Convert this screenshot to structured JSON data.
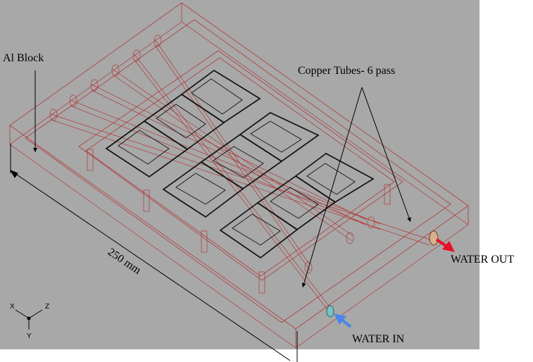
{
  "labels": {
    "al_block": "Al Block",
    "copper_tubes": "Copper Tubes- 6 pass",
    "water_out": "WATER OUT",
    "water_in": "WATER IN",
    "dimension": "250 mm"
  },
  "axes": {
    "x": "X",
    "y": "Y",
    "z": "Z"
  },
  "colors": {
    "viewport_bg": "#a8a8a8",
    "wireframe": "#b03a3a",
    "module_outline": "#111111",
    "water_out_arrow": "#e8102a",
    "water_in_arrow": "#4a86e8"
  }
}
